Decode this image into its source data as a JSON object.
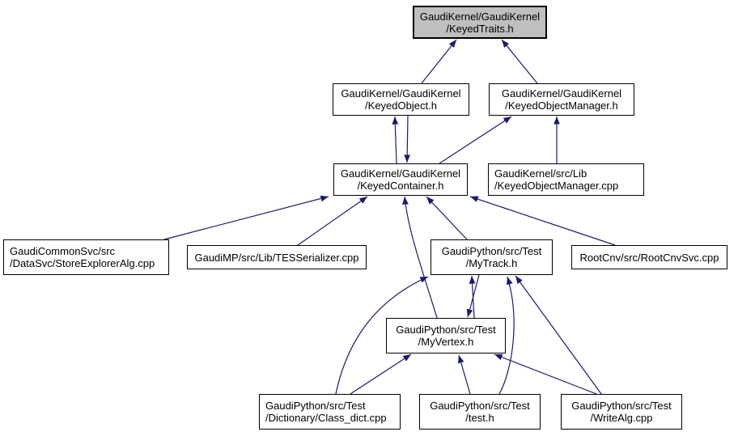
{
  "diagram": {
    "kind": "include-dependency-graph",
    "root_file": "GaudiKernel/GaudiKernel/KeyedTraits.h",
    "colors": {
      "arrow": "#191970",
      "root_node_fill": "#bfbfbf",
      "node_fill": "#ffffff",
      "node_border": "#000000",
      "background": "#ffffff"
    },
    "nodes": {
      "keyedtraits": {
        "line1": "GaudiKernel/GaudiKernel",
        "line2": "/KeyedTraits.h"
      },
      "keyedobject": {
        "line1": "GaudiKernel/GaudiKernel",
        "line2": "/KeyedObject.h"
      },
      "keyedobjectmanager_h": {
        "line1": "GaudiKernel/GaudiKernel",
        "line2": "/KeyedObjectManager.h"
      },
      "keyedcontainer": {
        "line1": "GaudiKernel/GaudiKernel",
        "line2": "/KeyedContainer.h"
      },
      "keyedobjectmanager_cpp": {
        "line1": "GaudiKernel/src/Lib",
        "line2": "/KeyedObjectManager.cpp"
      },
      "storeexplorer": {
        "line1": "GaudiCommonSvc/src",
        "line2": "/DataSvc/StoreExplorerAlg.cpp"
      },
      "tesserializer": {
        "line1": "GaudiMP/src/Lib/TESSerializer.cpp"
      },
      "mytrack": {
        "line1": "GaudiPython/src/Test",
        "line2": "/MyTrack.h"
      },
      "rootcnv": {
        "line1": "RootCnv/src/RootCnvSvc.cpp"
      },
      "myvertex": {
        "line1": "GaudiPython/src/Test",
        "line2": "/MyVertex.h"
      },
      "classdict": {
        "line1": "GaudiPython/src/Test",
        "line2": "/Dictionary/Class_dict.cpp"
      },
      "testh": {
        "line1": "GaudiPython/src/Test",
        "line2": "/test.h"
      },
      "writealg": {
        "line1": "GaudiPython/src/Test",
        "line2": "/WriteAlg.cpp"
      }
    },
    "edges": [
      {
        "from": "keyedobject",
        "to": "keyedtraits"
      },
      {
        "from": "keyedobjectmanager_h",
        "to": "keyedtraits"
      },
      {
        "from": "keyedcontainer",
        "to": "keyedobject"
      },
      {
        "from": "keyedobject",
        "to": "keyedcontainer"
      },
      {
        "from": "keyedcontainer",
        "to": "keyedobjectmanager_h"
      },
      {
        "from": "keyedobjectmanager_cpp",
        "to": "keyedobjectmanager_h"
      },
      {
        "from": "storeexplorer",
        "to": "keyedcontainer"
      },
      {
        "from": "tesserializer",
        "to": "keyedcontainer"
      },
      {
        "from": "mytrack",
        "to": "keyedcontainer"
      },
      {
        "from": "rootcnv",
        "to": "keyedcontainer"
      },
      {
        "from": "myvertex",
        "to": "keyedcontainer"
      },
      {
        "from": "myvertex",
        "to": "mytrack"
      },
      {
        "from": "mytrack",
        "to": "myvertex"
      },
      {
        "from": "classdict",
        "to": "mytrack"
      },
      {
        "from": "testh",
        "to": "mytrack"
      },
      {
        "from": "writealg",
        "to": "mytrack"
      },
      {
        "from": "classdict",
        "to": "myvertex"
      },
      {
        "from": "testh",
        "to": "myvertex"
      },
      {
        "from": "writealg",
        "to": "myvertex"
      }
    ]
  }
}
